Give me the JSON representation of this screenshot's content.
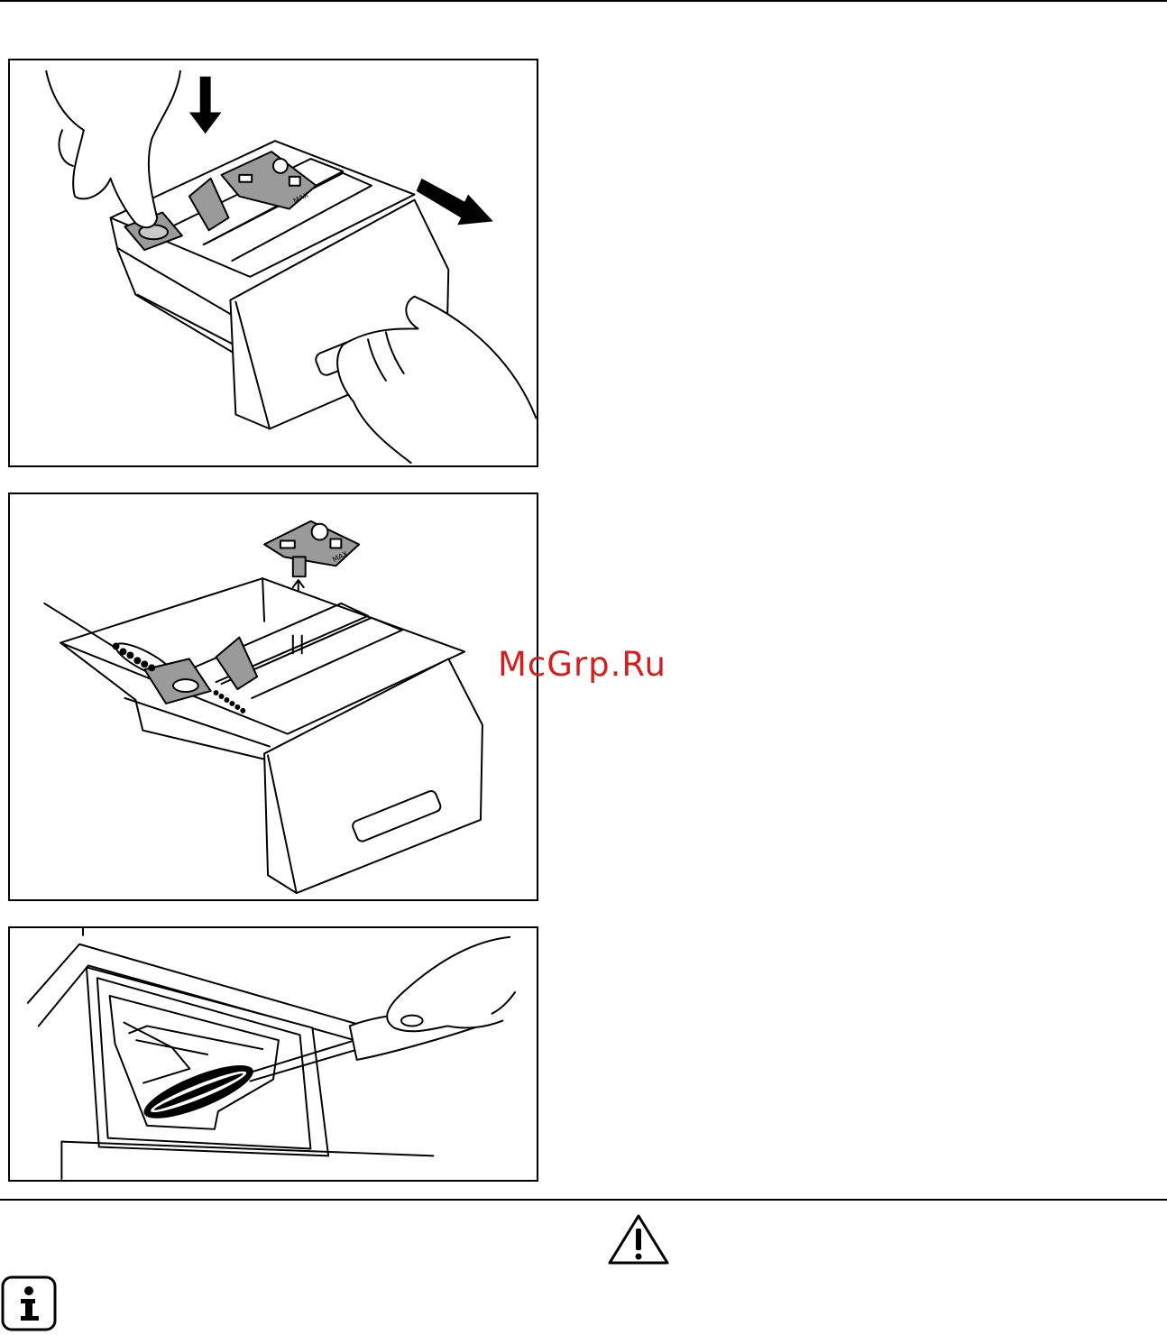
{
  "watermark": {
    "text": "McGrp.Ru",
    "color": "#d41f1f"
  },
  "figures": [
    {
      "name": "figure-dispenser-release",
      "panel_label": "MAX"
    },
    {
      "name": "figure-dispenser-cleaning",
      "panel_label": "MAX"
    },
    {
      "name": "figure-dispenser-recess-brush"
    }
  ],
  "icons": {
    "warning": "warning-triangle-icon",
    "info": "info-icon"
  }
}
